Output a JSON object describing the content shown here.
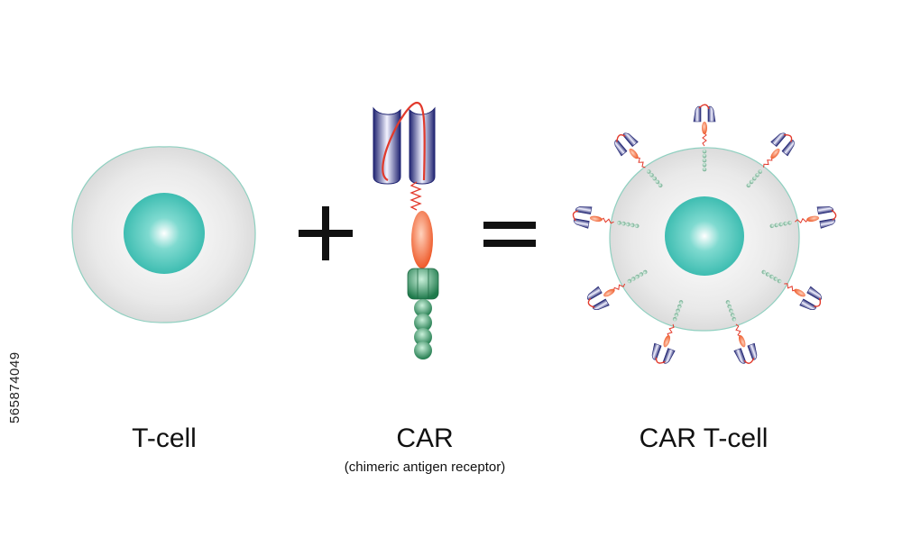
{
  "labels": {
    "tcell": "T-cell",
    "car": "CAR",
    "car_sub": "(chimeric antigen receptor)",
    "cart": "CAR T-cell"
  },
  "operators": {
    "plus": "+",
    "equals": "="
  },
  "side_id": "565874049",
  "colors": {
    "cytoplasm": "#e6e6e6",
    "cell_border": "#8fd0c0",
    "nucleus": "#3cc0b4",
    "antibody": "#2b2f7e",
    "hinge": "#e23a2c",
    "transmembrane": "#f07040",
    "signaling": "#2e8a5c"
  },
  "icons": [
    "tcell-icon",
    "car-receptor-icon",
    "car-tcell-icon"
  ]
}
